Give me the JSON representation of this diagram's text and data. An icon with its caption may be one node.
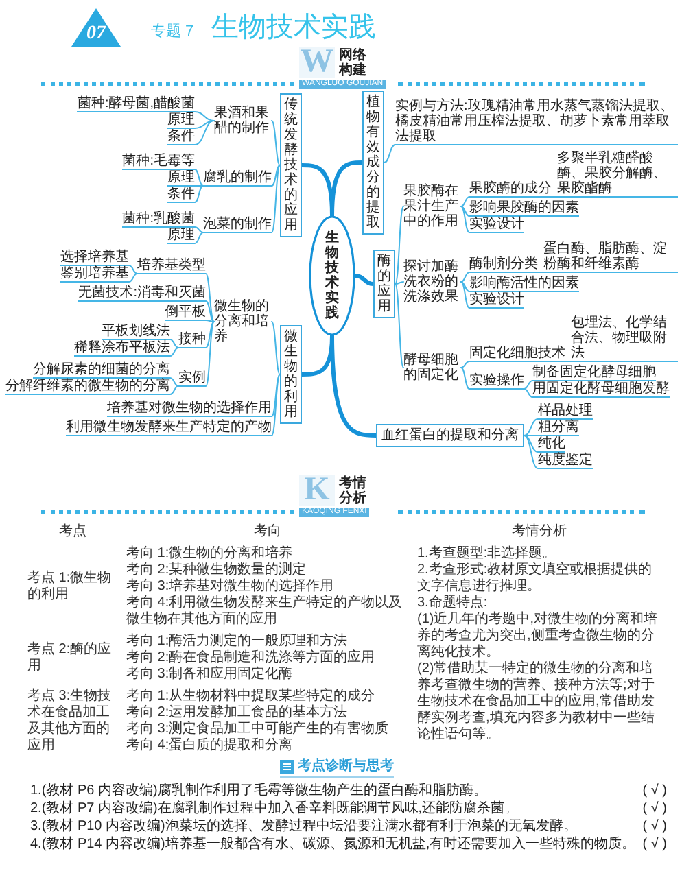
{
  "diagram": {
    "title": "生物技术实践",
    "nodes": [
      {
        "text": [
          "生物技术实践"
        ]
      },
      {
        "text": [
          "传统发酵技术的应用"
        ]
      },
      {
        "text": [
          "果酒和果醋的制作"
        ]
      },
      {
        "text": [
          "菌种:酵母菌,醋酸菌"
        ]
      },
      {
        "text": [
          "原理"
        ]
      },
      {
        "text": [
          "条件"
        ]
      },
      {
        "text": [
          "腐乳的制作"
        ]
      },
      {
        "text": [
          "菌种:毛霉等"
        ]
      },
      {
        "text": [
          "原理"
        ]
      },
      {
        "text": [
          "条件"
        ]
      },
      {
        "text": [
          "泡菜的制作"
        ]
      },
      {
        "text": [
          "菌种:乳酸菌"
        ]
      },
      {
        "text": [
          "原理"
        ]
      },
      {
        "text": [
          "微生物的利用"
        ]
      },
      {
        "text": [
          "微生物的分离和培养"
        ]
      },
      {
        "text": [
          "培养基类型"
        ]
      },
      {
        "text": [
          "选择培养基"
        ]
      },
      {
        "text": [
          "鉴别培养基"
        ]
      },
      {
        "text": [
          "无菌技术:消毒和灭菌"
        ]
      },
      {
        "text": [
          "倒平板"
        ]
      },
      {
        "text": [
          "接种"
        ]
      },
      {
        "text": [
          "平板划线法"
        ]
      },
      {
        "text": [
          "稀释涂布平板法"
        ]
      },
      {
        "text": [
          "实例"
        ]
      },
      {
        "text": [
          "分解尿素的细菌的分离"
        ]
      },
      {
        "text": [
          "分解纤维素的微生物的分离"
        ]
      },
      {
        "text": [
          "培养基对微生物的选择作用"
        ]
      },
      {
        "text": [
          "利用微生物发酵来生产特定的产物"
        ]
      },
      {
        "text": [
          "植物有效成分的提取"
        ]
      },
      {
        "text": [
          "实例与方法:玫瑰精油常用水蒸气蒸馏法提取、橘皮精油常用压榨法提取、胡萝卜素常用萃取法提取"
        ]
      },
      {
        "text": [
          "酶的应用"
        ]
      },
      {
        "text": [
          "果胶酶在果汁生产中的作用"
        ]
      },
      {
        "text": [
          "果胶酶的成分"
        ]
      },
      {
        "text": [
          "多聚半乳糖醛酸酶、果胶分解酶、果胶酯酶"
        ]
      },
      {
        "text": [
          "影响果胶酶的因素"
        ]
      },
      {
        "text": [
          "实验设计"
        ]
      },
      {
        "text": [
          "探讨加酶洗衣粉的洗涤效果"
        ]
      },
      {
        "text": [
          "酶制剂分类"
        ]
      },
      {
        "text": [
          "蛋白酶、脂肪酶、淀粉酶和纤维素酶"
        ]
      },
      {
        "text": [
          "影响酶活性的因素"
        ]
      },
      {
        "text": [
          "实验设计"
        ]
      },
      {
        "text": [
          "酵母细胞的固定化"
        ]
      },
      {
        "text": [
          "固定化细胞技术"
        ]
      },
      {
        "text": [
          "包埋法、化学结合法、物理吸附法"
        ]
      },
      {
        "text": [
          "实验操作"
        ]
      },
      {
        "text": [
          "制备固定化酵母细胞"
        ]
      },
      {
        "text": [
          "用固定化酵母细胞发酵"
        ]
      },
      {
        "text": [
          "血红蛋白的提取和分离"
        ]
      },
      {
        "text": [
          "样品处理"
        ]
      },
      {
        "text": [
          "粗分离"
        ]
      },
      {
        "text": [
          "纯化"
        ]
      },
      {
        "text": [
          "纯度鉴定"
        ]
      }
    ],
    "edges": [
      {
        "from": 0,
        "to": 1,
        "arrow": "none",
        "style": "thick",
        "color": "#1592d8"
      },
      {
        "from": 1,
        "to": 2,
        "arrow": "none"
      },
      {
        "from": 2,
        "to": 3,
        "arrow": "none"
      },
      {
        "from": 2,
        "to": 4,
        "arrow": "none"
      },
      {
        "from": 2,
        "to": 5,
        "arrow": "none"
      },
      {
        "from": 1,
        "to": 6,
        "arrow": "none"
      },
      {
        "from": 6,
        "to": 7,
        "arrow": "none"
      },
      {
        "from": 6,
        "to": 8,
        "arrow": "none"
      },
      {
        "from": 6,
        "to": 9,
        "arrow": "none"
      },
      {
        "from": 1,
        "to": 10,
        "arrow": "none"
      },
      {
        "from": 10,
        "to": 11,
        "arrow": "none"
      },
      {
        "from": 10,
        "to": 12,
        "arrow": "none"
      },
      {
        "from": 0,
        "to": 13,
        "arrow": "none",
        "style": "thick",
        "color": "#1592d8"
      },
      {
        "from": 13,
        "to": 14,
        "arrow": "none"
      },
      {
        "from": 14,
        "to": 15,
        "arrow": "none"
      },
      {
        "from": 15,
        "to": 16,
        "arrow": "none"
      },
      {
        "from": 15,
        "to": 17,
        "arrow": "none"
      },
      {
        "from": 14,
        "to": 18,
        "arrow": "none"
      },
      {
        "from": 14,
        "to": 19,
        "arrow": "none"
      },
      {
        "from": 14,
        "to": 20,
        "arrow": "none"
      },
      {
        "from": 20,
        "to": 21,
        "arrow": "none"
      },
      {
        "from": 20,
        "to": 22,
        "arrow": "none"
      },
      {
        "from": 14,
        "to": 23,
        "arrow": "none"
      },
      {
        "from": 23,
        "to": 24,
        "arrow": "none"
      },
      {
        "from": 23,
        "to": 25,
        "arrow": "none"
      },
      {
        "from": 13,
        "to": 26,
        "arrow": "none"
      },
      {
        "from": 13,
        "to": 27,
        "arrow": "none"
      },
      {
        "from": 0,
        "to": 28,
        "arrow": "none",
        "style": "thick",
        "color": "#1592d8"
      },
      {
        "from": 28,
        "to": 29,
        "arrow": "none"
      },
      {
        "from": 0,
        "to": 30,
        "arrow": "none",
        "style": "thick",
        "color": "#1592d8"
      },
      {
        "from": 30,
        "to": 31,
        "arrow": "none"
      },
      {
        "from": 31,
        "to": 32,
        "arrow": "none"
      },
      {
        "from": 32,
        "to": 33,
        "arrow": "none"
      },
      {
        "from": 31,
        "to": 34,
        "arrow": "none"
      },
      {
        "from": 31,
        "to": 35,
        "arrow": "none"
      },
      {
        "from": 30,
        "to": 36,
        "arrow": "none"
      },
      {
        "from": 36,
        "to": 37,
        "arrow": "none"
      },
      {
        "from": 37,
        "to": 38,
        "arrow": "none"
      },
      {
        "from": 36,
        "to": 39,
        "arrow": "none"
      },
      {
        "from": 36,
        "to": 40,
        "arrow": "none"
      },
      {
        "from": 30,
        "to": 41,
        "arrow": "none"
      },
      {
        "from": 41,
        "to": 42,
        "arrow": "none"
      },
      {
        "from": 42,
        "to": 43,
        "arrow": "none"
      },
      {
        "from": 41,
        "to": 44,
        "arrow": "none"
      },
      {
        "from": 44,
        "to": 45,
        "arrow": "none"
      },
      {
        "from": 44,
        "to": 46,
        "arrow": "none"
      },
      {
        "from": 0,
        "to": 47,
        "arrow": "none",
        "style": "thick",
        "color": "#1592d8"
      },
      {
        "from": 47,
        "to": 48,
        "arrow": "none"
      },
      {
        "from": 47,
        "to": 49,
        "arrow": "none"
      },
      {
        "from": 47,
        "to": 50,
        "arrow": "none"
      },
      {
        "from": 47,
        "to": 51,
        "arrow": "none"
      }
    ],
    "labels": [
      "07",
      "专题 7",
      "W",
      "网络构建",
      "WANGLUO GOUJIAN",
      "K",
      "考情分析",
      "KAOQING FENXI",
      "考点",
      "考向",
      "考情分析",
      "考点 1:微生物的利用",
      "考向 1:微生物的分离和培养",
      "考向 2:某种微生物数量的测定",
      "考向 3:培养基对微生物的选择作用",
      "考向 4:利用微生物发酵来生产特定的产物以及微生物在其他方面的应用",
      "1.考查题型:非选择题。",
      "2.考查形式:教材原文填空或根据提供的文字信息进行推理。",
      "3.命题特点:",
      "(1)近几年的考题中,对微生物的分离和培养的考查尤为突出,侧重考查微生物的分离纯化技术。",
      "(2)常借助某一特定的微生物的分离和培养考查微生物的营养、接种方法等;对于生物技术在食品加工中的应用,常借助发酵实例考查,填充内容多为教材中一些结论性语句等。",
      "考点 2:酶的应用",
      "考向 1:酶活力测定的一般原理和方法",
      "考向 2:酶在食品制造和洗涤等方面的应用",
      "考向 3:制备和应用固定化酶",
      "考点 3:生物技术在食品加工及其他方面的应用",
      "考向 1:从生物材料中提取某些特定的成分",
      "考向 2:运用发酵加工食品的基本方法",
      "考向 3:测定食品加工中可能产生的有害物质",
      "考向 4:蛋白质的提取和分离",
      "考点诊断与思考",
      "1.(教材 P6 内容改编)腐乳制作利用了毛霉等微生物产生的蛋白酶和脂肪酶。",
      "( √ )",
      "2.(教材 P7 内容改编)在腐乳制作过程中加入香辛料既能调节风味,还能防腐杀菌。",
      "( √ )",
      "3.(教材 P10 内容改编)泡菜坛的选择、发酵过程中坛沿要注满水都有利于泡菜的无氧发酵。",
      "( √ )",
      "4.(教材 P14 内容改编)培养基一般都含有水、碳源、氮源和无机盐,有时还需要加入一些特殊的物质。",
      "( √ )"
    ]
  }
}
